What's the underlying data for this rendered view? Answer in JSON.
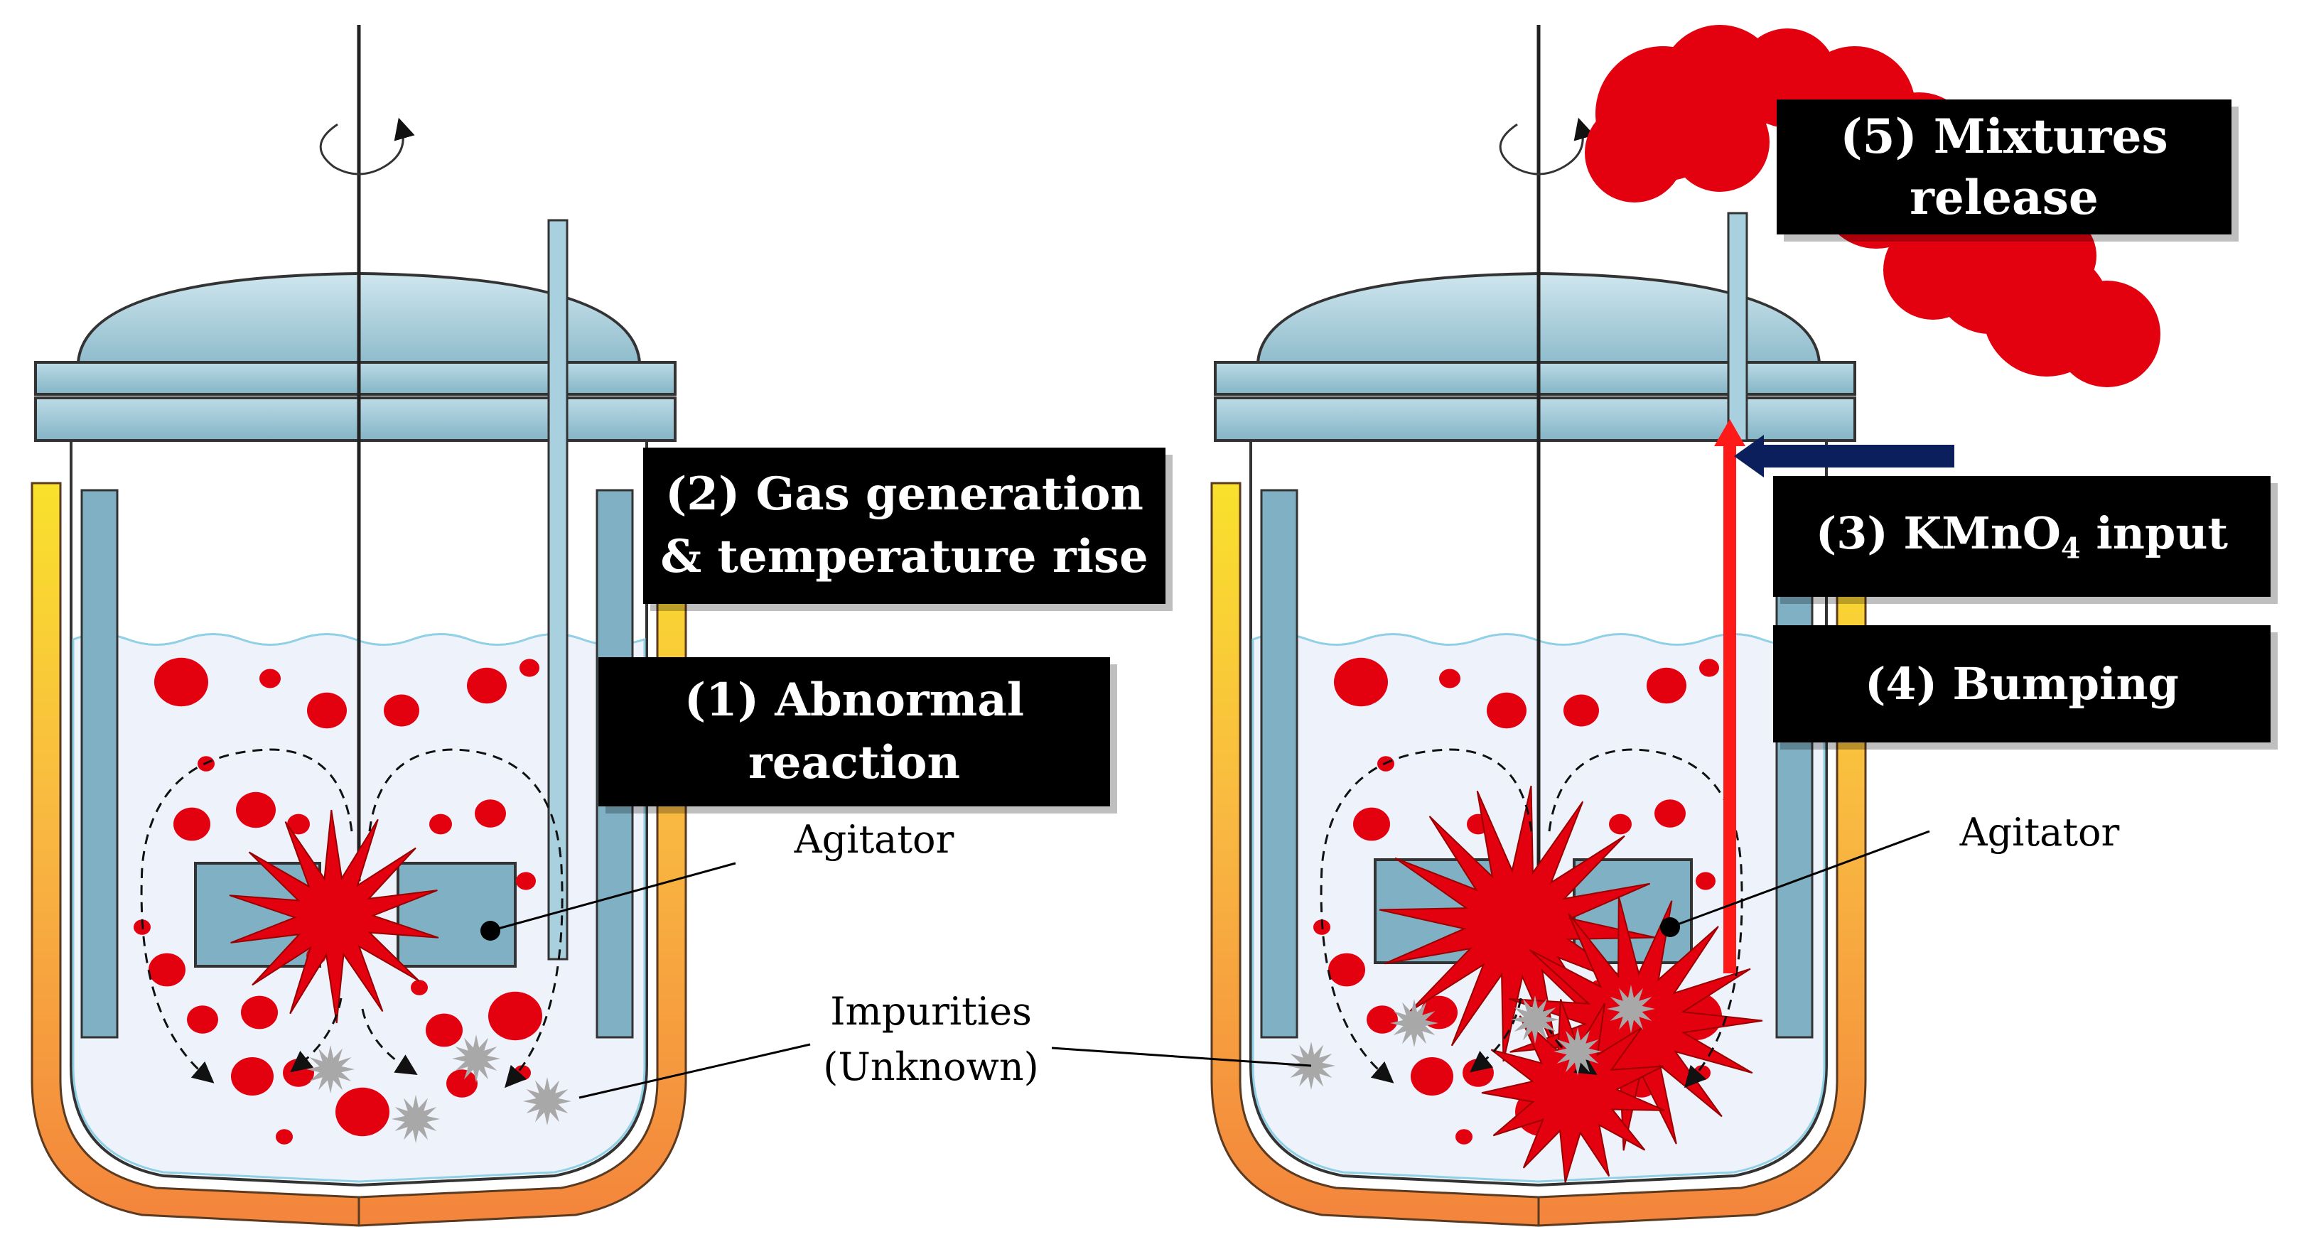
{
  "labels": {
    "abnormal_reaction": {
      "line1": "(1) Abnormal",
      "line2": "reaction"
    },
    "gas_generation": {
      "line1": "(2) Gas generation",
      "line2": "& temperature rise"
    },
    "kmno4_input": {
      "prefix": "(3) KMnO",
      "subscript": "4",
      "suffix": " input"
    },
    "bumping": "(4) Bumping",
    "mixtures_release": {
      "line1": "(5) Mixtures",
      "line2": "release"
    },
    "agitator_left": "Agitator",
    "agitator_right": "Agitator",
    "impurities": {
      "line1": "Impurities",
      "line2": "(Unknown)"
    }
  },
  "colors": {
    "reaction_red": "#e3000f",
    "liquid": "#eef2fb",
    "vessel_steel": "#9fc6d4",
    "jacket_orange": "#f7a15a",
    "jacket_yellow": "#f9d23c",
    "impurity_grey": "#a8a8a8",
    "label_bg": "#000000",
    "input_arrow": "#0b1f5c"
  }
}
